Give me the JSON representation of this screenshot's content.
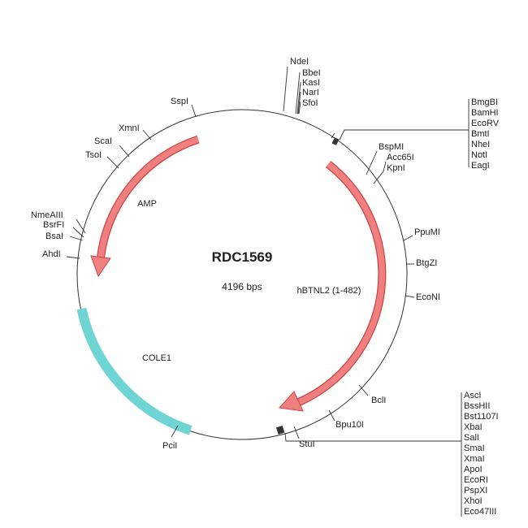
{
  "plasmid": {
    "name": "RDC1569",
    "size": "4196 bps"
  },
  "features": {
    "amp": {
      "label": "AMP",
      "color": "#f07f7f"
    },
    "hbtnl2": {
      "label": "hBTNL2 (1-482)",
      "color": "#f07f7f"
    },
    "cole1": {
      "label": "COLE1",
      "color": "#6fd4d4"
    }
  },
  "sites": {
    "ndei": "NdeI",
    "top_group": [
      "BbeI",
      "KasI",
      "NarI",
      "SfoI"
    ],
    "mcs1": [
      "BmgBI",
      "BamHI",
      "EcoRV",
      "BmtI",
      "NheI",
      "NotI",
      "EagI"
    ],
    "bspmi": "BspMI",
    "acc65i": "Acc65I",
    "kpni": "KpnI",
    "ppumi": "PpuMI",
    "btgzi": "BtgZI",
    "econi": "EcoNI",
    "bcli": "BclI",
    "bpu10i": "Bpu10I",
    "stui": "StuI",
    "mcs2": [
      "AscI",
      "BssHII",
      "Bst1107I",
      "XbaI",
      "SalI",
      "SmaI",
      "XmaI",
      "ApoI",
      "EcoRI",
      "PspXI",
      "XhoI",
      "Eco47III"
    ],
    "pcii": "PciI",
    "ahdi": "AhdI",
    "bsai": "BsaI",
    "bsrfi": "BsrFI",
    "nmeaiii": "NmeAIII",
    "tsoi": "TsoI",
    "scai": "ScaI",
    "xmni": "XmnI",
    "sspi": "SspI"
  }
}
